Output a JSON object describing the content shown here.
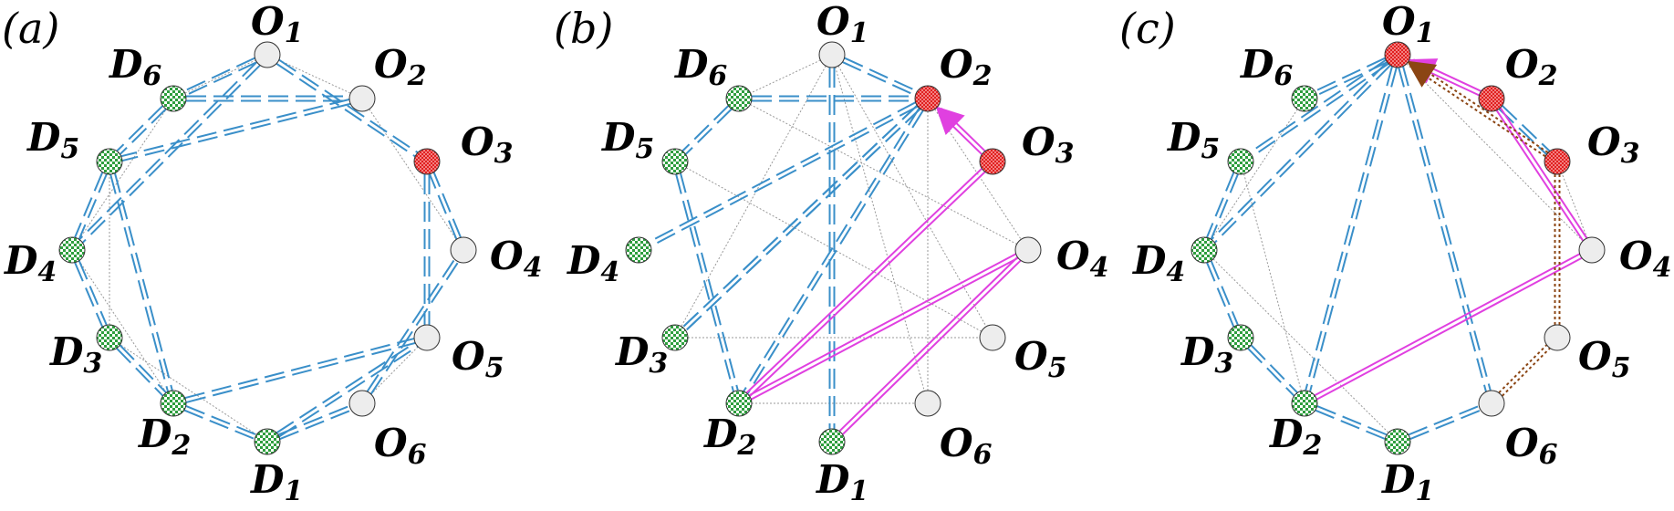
{
  "panels": [
    {
      "id": "a",
      "label": "(a)"
    },
    {
      "id": "b",
      "label": "(b)"
    },
    {
      "id": "c",
      "label": "(c)"
    }
  ],
  "node_labels": {
    "O1": {
      "main": "O",
      "sub": "1"
    },
    "O2": {
      "main": "O",
      "sub": "2"
    },
    "O3": {
      "main": "O",
      "sub": "3"
    },
    "O4": {
      "main": "O",
      "sub": "4"
    },
    "O5": {
      "main": "O",
      "sub": "5"
    },
    "O6": {
      "main": "O",
      "sub": "6"
    },
    "D1": {
      "main": "D",
      "sub": "1"
    },
    "D2": {
      "main": "D",
      "sub": "2"
    },
    "D3": {
      "main": "D",
      "sub": "3"
    },
    "D4": {
      "main": "D",
      "sub": "4"
    },
    "D5": {
      "main": "D",
      "sub": "5"
    },
    "D6": {
      "main": "D",
      "sub": "6"
    }
  },
  "colors": {
    "blue_edge": "#3a8fc9",
    "magenta_edge": "#e040e0",
    "brown_edge": "#8b4513",
    "gray_edge": "#999999",
    "green_node": "#2e9e3e",
    "red_node": "#e02020",
    "gray_node": "#ededed"
  },
  "panel_states": {
    "a": {
      "node_types": {
        "O1": "gray",
        "O2": "gray",
        "O3": "red",
        "O4": "gray",
        "O5": "gray",
        "O6": "gray",
        "D1": "green",
        "D2": "green",
        "D3": "green",
        "D4": "green",
        "D5": "green",
        "D6": "green"
      },
      "blue_edges": [
        [
          "O1",
          "D6"
        ],
        [
          "O1",
          "O3"
        ],
        [
          "D6",
          "O2"
        ],
        [
          "O1",
          "D4"
        ],
        [
          "D6",
          "D5"
        ],
        [
          "D5",
          "D4"
        ],
        [
          "D5",
          "D2"
        ],
        [
          "D4",
          "D3"
        ],
        [
          "D3",
          "D2"
        ],
        [
          "D2",
          "D1"
        ],
        [
          "D1",
          "O6"
        ],
        [
          "D2",
          "O5"
        ],
        [
          "D1",
          "O5"
        ],
        [
          "O6",
          "O4"
        ],
        [
          "O4",
          "O3"
        ],
        [
          "O3",
          "O5"
        ],
        [
          "O2",
          "D5"
        ]
      ],
      "magenta_edges": [],
      "brown_edges": [],
      "gray_edges": [
        [
          "O1",
          "O2"
        ],
        [
          "O2",
          "O4"
        ],
        [
          "O5",
          "O6"
        ],
        [
          "D1",
          "D3"
        ],
        [
          "D2",
          "D4"
        ],
        [
          "D3",
          "D5"
        ],
        [
          "D4",
          "D6"
        ],
        [
          "D6",
          "O1"
        ]
      ]
    },
    "b": {
      "node_types": {
        "O1": "gray",
        "O2": "red",
        "O3": "red",
        "O4": "gray",
        "O5": "gray",
        "O6": "gray",
        "D1": "green",
        "D2": "green",
        "D3": "green",
        "D4": "green",
        "D5": "green",
        "D6": "green"
      },
      "blue_edges": [
        [
          "O1",
          "O2"
        ],
        [
          "D6",
          "O2"
        ],
        [
          "D6",
          "D5"
        ],
        [
          "D5",
          "D2"
        ],
        [
          "O1",
          "D1"
        ],
        [
          "O2",
          "D4"
        ],
        [
          "O2",
          "D3"
        ],
        [
          "O2",
          "D2"
        ],
        [
          "O2",
          "D3"
        ]
      ],
      "magenta_edges": [
        [
          "O3",
          "D2"
        ],
        [
          "O4",
          "D2"
        ],
        [
          "O4",
          "D1"
        ]
      ],
      "magenta_arrows": [
        [
          "O3",
          "O2"
        ]
      ],
      "brown_edges": [],
      "gray_edges": [
        [
          "O1",
          "D6"
        ],
        [
          "O1",
          "D3"
        ],
        [
          "O1",
          "O6"
        ],
        [
          "O1",
          "O5"
        ],
        [
          "D6",
          "O4"
        ],
        [
          "D5",
          "O5"
        ],
        [
          "D3",
          "O5"
        ],
        [
          "D2",
          "O6"
        ],
        [
          "O2",
          "O6"
        ],
        [
          "O2",
          "O4"
        ]
      ]
    },
    "c": {
      "node_types": {
        "O1": "red",
        "O2": "red",
        "O3": "red",
        "O4": "gray",
        "O5": "gray",
        "O6": "gray",
        "D1": "green",
        "D2": "green",
        "D3": "green",
        "D4": "green",
        "D5": "green",
        "D6": "green"
      },
      "blue_edges": [
        [
          "O1",
          "D6"
        ],
        [
          "O1",
          "D5"
        ],
        [
          "O1",
          "D4"
        ],
        [
          "O1",
          "D2"
        ],
        [
          "O1",
          "O6"
        ],
        [
          "D5",
          "D4"
        ],
        [
          "D4",
          "D3"
        ],
        [
          "D3",
          "D2"
        ],
        [
          "D2",
          "D1"
        ],
        [
          "D1",
          "O6"
        ],
        [
          "O2",
          "O3"
        ]
      ],
      "magenta_edges": [
        [
          "O4",
          "D2"
        ],
        [
          "O4",
          "O2"
        ]
      ],
      "magenta_arrows": [
        [
          "O2",
          "O1"
        ]
      ],
      "brown_edges": [
        [
          "O6",
          "O5"
        ],
        [
          "O5",
          "O3"
        ]
      ],
      "brown_arrows": [
        [
          "O3",
          "O1"
        ]
      ],
      "gray_edges": [
        [
          "D6",
          "D4"
        ],
        [
          "D5",
          "D2"
        ],
        [
          "D4",
          "D1"
        ],
        [
          "O1",
          "O4"
        ],
        [
          "O4",
          "O3"
        ]
      ]
    }
  }
}
